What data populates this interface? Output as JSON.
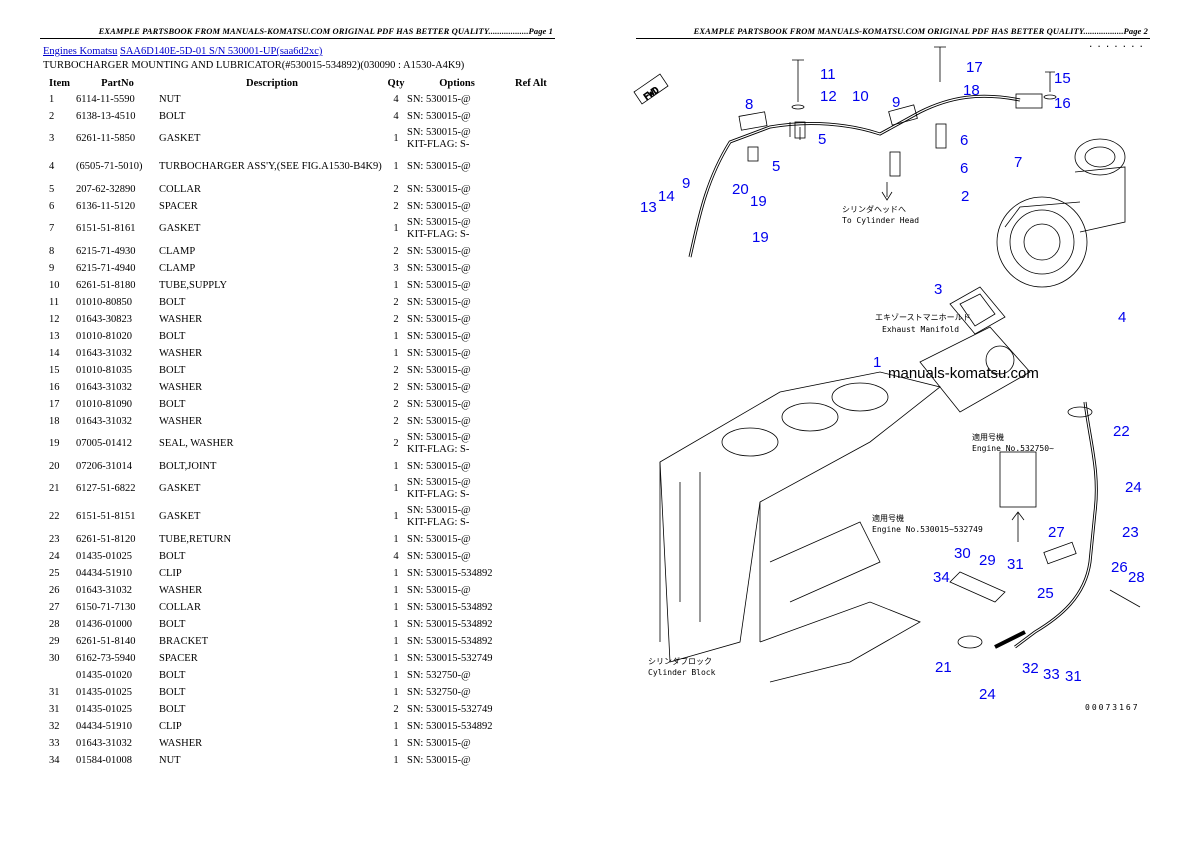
{
  "header_left": "EXAMPLE PARTSBOOK FROM MANUALS-KOMATSU.COM ORIGINAL PDF HAS BETTER QUALITY..................Page 1",
  "header_right": "EXAMPLE PARTSBOOK FROM MANUALS-KOMATSU.COM ORIGINAL PDF HAS BETTER QUALITY..................Page 2",
  "breadcrumb": {
    "link1": "Engines Komatsu",
    "link2": "SAA6D140E-5D-01 S/N 530001-UP(saa6d2xc)"
  },
  "title": "TURBOCHARGER MOUNTING AND LUBRICATOR(#530015-534892)(030090 : A1530-A4K9)",
  "columns": {
    "item": "Item",
    "partno": "PartNo",
    "desc": "Description",
    "qty": "Qty",
    "options": "Options",
    "refalt": "Ref Alt"
  },
  "rows": [
    {
      "item": "1",
      "partno": "6114-11-5590",
      "desc": "NUT",
      "qty": "4",
      "opt": "SN: 530015-@",
      "opt2": ""
    },
    {
      "item": "2",
      "partno": "6138-13-4510",
      "desc": "BOLT",
      "qty": "4",
      "opt": "SN: 530015-@",
      "opt2": ""
    },
    {
      "item": "3",
      "partno": "6261-11-5850",
      "desc": "GASKET",
      "qty": "1",
      "opt": "SN: 530015-@",
      "opt2": "KIT-FLAG: S-"
    },
    {
      "item": "4",
      "partno": "(6505-71-5010)",
      "desc": "TURBOCHARGER ASS'Y,(SEE FIG.A1530-B4K9)",
      "qty": "1",
      "opt": "SN: 530015-@",
      "opt2": ""
    },
    {
      "item": "5",
      "partno": "207-62-32890",
      "desc": "COLLAR",
      "qty": "2",
      "opt": "SN: 530015-@",
      "opt2": ""
    },
    {
      "item": "6",
      "partno": "6136-11-5120",
      "desc": "SPACER",
      "qty": "2",
      "opt": "SN: 530015-@",
      "opt2": ""
    },
    {
      "item": "7",
      "partno": "6151-51-8161",
      "desc": "GASKET",
      "qty": "1",
      "opt": "SN: 530015-@",
      "opt2": "KIT-FLAG: S-"
    },
    {
      "item": "8",
      "partno": "6215-71-4930",
      "desc": "CLAMP",
      "qty": "2",
      "opt": "SN: 530015-@",
      "opt2": ""
    },
    {
      "item": "9",
      "partno": "6215-71-4940",
      "desc": "CLAMP",
      "qty": "3",
      "opt": "SN: 530015-@",
      "opt2": ""
    },
    {
      "item": "10",
      "partno": "6261-51-8180",
      "desc": "TUBE,SUPPLY",
      "qty": "1",
      "opt": "SN: 530015-@",
      "opt2": ""
    },
    {
      "item": "11",
      "partno": "01010-80850",
      "desc": "BOLT",
      "qty": "2",
      "opt": "SN: 530015-@",
      "opt2": ""
    },
    {
      "item": "12",
      "partno": "01643-30823",
      "desc": "WASHER",
      "qty": "2",
      "opt": "SN: 530015-@",
      "opt2": ""
    },
    {
      "item": "13",
      "partno": "01010-81020",
      "desc": "BOLT",
      "qty": "1",
      "opt": "SN: 530015-@",
      "opt2": ""
    },
    {
      "item": "14",
      "partno": "01643-31032",
      "desc": "WASHER",
      "qty": "1",
      "opt": "SN: 530015-@",
      "opt2": ""
    },
    {
      "item": "15",
      "partno": "01010-81035",
      "desc": "BOLT",
      "qty": "2",
      "opt": "SN: 530015-@",
      "opt2": ""
    },
    {
      "item": "16",
      "partno": "01643-31032",
      "desc": "WASHER",
      "qty": "2",
      "opt": "SN: 530015-@",
      "opt2": ""
    },
    {
      "item": "17",
      "partno": "01010-81090",
      "desc": "BOLT",
      "qty": "2",
      "opt": "SN: 530015-@",
      "opt2": ""
    },
    {
      "item": "18",
      "partno": "01643-31032",
      "desc": "WASHER",
      "qty": "2",
      "opt": "SN: 530015-@",
      "opt2": ""
    },
    {
      "item": "19",
      "partno": "07005-01412",
      "desc": "SEAL, WASHER",
      "qty": "2",
      "opt": "SN: 530015-@",
      "opt2": "KIT-FLAG: S-"
    },
    {
      "item": "20",
      "partno": "07206-31014",
      "desc": "BOLT,JOINT",
      "qty": "1",
      "opt": "SN: 530015-@",
      "opt2": ""
    },
    {
      "item": "21",
      "partno": "6127-51-6822",
      "desc": "GASKET",
      "qty": "1",
      "opt": "SN: 530015-@",
      "opt2": "KIT-FLAG: S-"
    },
    {
      "item": "22",
      "partno": "6151-51-8151",
      "desc": "GASKET",
      "qty": "1",
      "opt": "SN: 530015-@",
      "opt2": "KIT-FLAG: S-"
    },
    {
      "item": "23",
      "partno": "6261-51-8120",
      "desc": "TUBE,RETURN",
      "qty": "1",
      "opt": "SN: 530015-@",
      "opt2": ""
    },
    {
      "item": "24",
      "partno": "01435-01025",
      "desc": "BOLT",
      "qty": "4",
      "opt": "SN: 530015-@",
      "opt2": ""
    },
    {
      "item": "25",
      "partno": "04434-51910",
      "desc": "CLIP",
      "qty": "1",
      "opt": "SN: 530015-534892",
      "opt2": ""
    },
    {
      "item": "26",
      "partno": "01643-31032",
      "desc": "WASHER",
      "qty": "1",
      "opt": "SN: 530015-@",
      "opt2": ""
    },
    {
      "item": "27",
      "partno": "6150-71-7130",
      "desc": "COLLAR",
      "qty": "1",
      "opt": "SN: 530015-534892",
      "opt2": ""
    },
    {
      "item": "28",
      "partno": "01436-01000",
      "desc": "BOLT",
      "qty": "1",
      "opt": "SN: 530015-534892",
      "opt2": ""
    },
    {
      "item": "29",
      "partno": "6261-51-8140",
      "desc": "BRACKET",
      "qty": "1",
      "opt": "SN: 530015-534892",
      "opt2": ""
    },
    {
      "item": "30",
      "partno": "6162-73-5940",
      "desc": "SPACER",
      "qty": "1",
      "opt": "SN: 530015-532749",
      "opt2": ""
    },
    {
      "item": "",
      "partno": "01435-01020",
      "desc": "BOLT",
      "qty": "1",
      "opt": "SN: 532750-@",
      "opt2": ""
    },
    {
      "item": "31",
      "partno": "01435-01025",
      "desc": "BOLT",
      "qty": "1",
      "opt": "SN: 532750-@",
      "opt2": ""
    },
    {
      "item": "31",
      "partno": "01435-01025",
      "desc": "BOLT",
      "qty": "2",
      "opt": "SN: 530015-532749",
      "opt2": ""
    },
    {
      "item": "32",
      "partno": "04434-51910",
      "desc": "CLIP",
      "qty": "1",
      "opt": "SN: 530015-534892",
      "opt2": ""
    },
    {
      "item": "33",
      "partno": "01643-31032",
      "desc": "WASHER",
      "qty": "1",
      "opt": "SN: 530015-@",
      "opt2": ""
    },
    {
      "item": "34",
      "partno": "01584-01008",
      "desc": "NUT",
      "qty": "1",
      "opt": "SN: 530015-@",
      "opt2": ""
    }
  ],
  "diagram": {
    "fwd": "FWD",
    "cyl_head_jp": "シリンダヘッドへ",
    "cyl_head_en": "To Cylinder Head",
    "exh_jp": "エキゾーストマニホールド",
    "exh_en": "Exhaust Manifold",
    "engine_jp_1": "適用号機",
    "engine_en_1": "Engine No.532750~",
    "engine_jp_2": "適用号機",
    "engine_en_2": "Engine No.530015~532749",
    "block_jp": "シリンダブロック",
    "block_en": "Cylinder Block",
    "watermark": "manuals-komatsu.com",
    "figcode": "00073167",
    "dots": ".......",
    "callouts": [
      "1",
      "2",
      "3",
      "4",
      "5",
      "5",
      "6",
      "6",
      "7",
      "8",
      "9",
      "9",
      "10",
      "11",
      "12",
      "13",
      "14",
      "15",
      "16",
      "17",
      "18",
      "19",
      "19",
      "20",
      "21",
      "22",
      "23",
      "24",
      "24",
      "25",
      "26",
      "27",
      "28",
      "29",
      "30",
      "31",
      "31",
      "32",
      "33",
      "34"
    ]
  }
}
